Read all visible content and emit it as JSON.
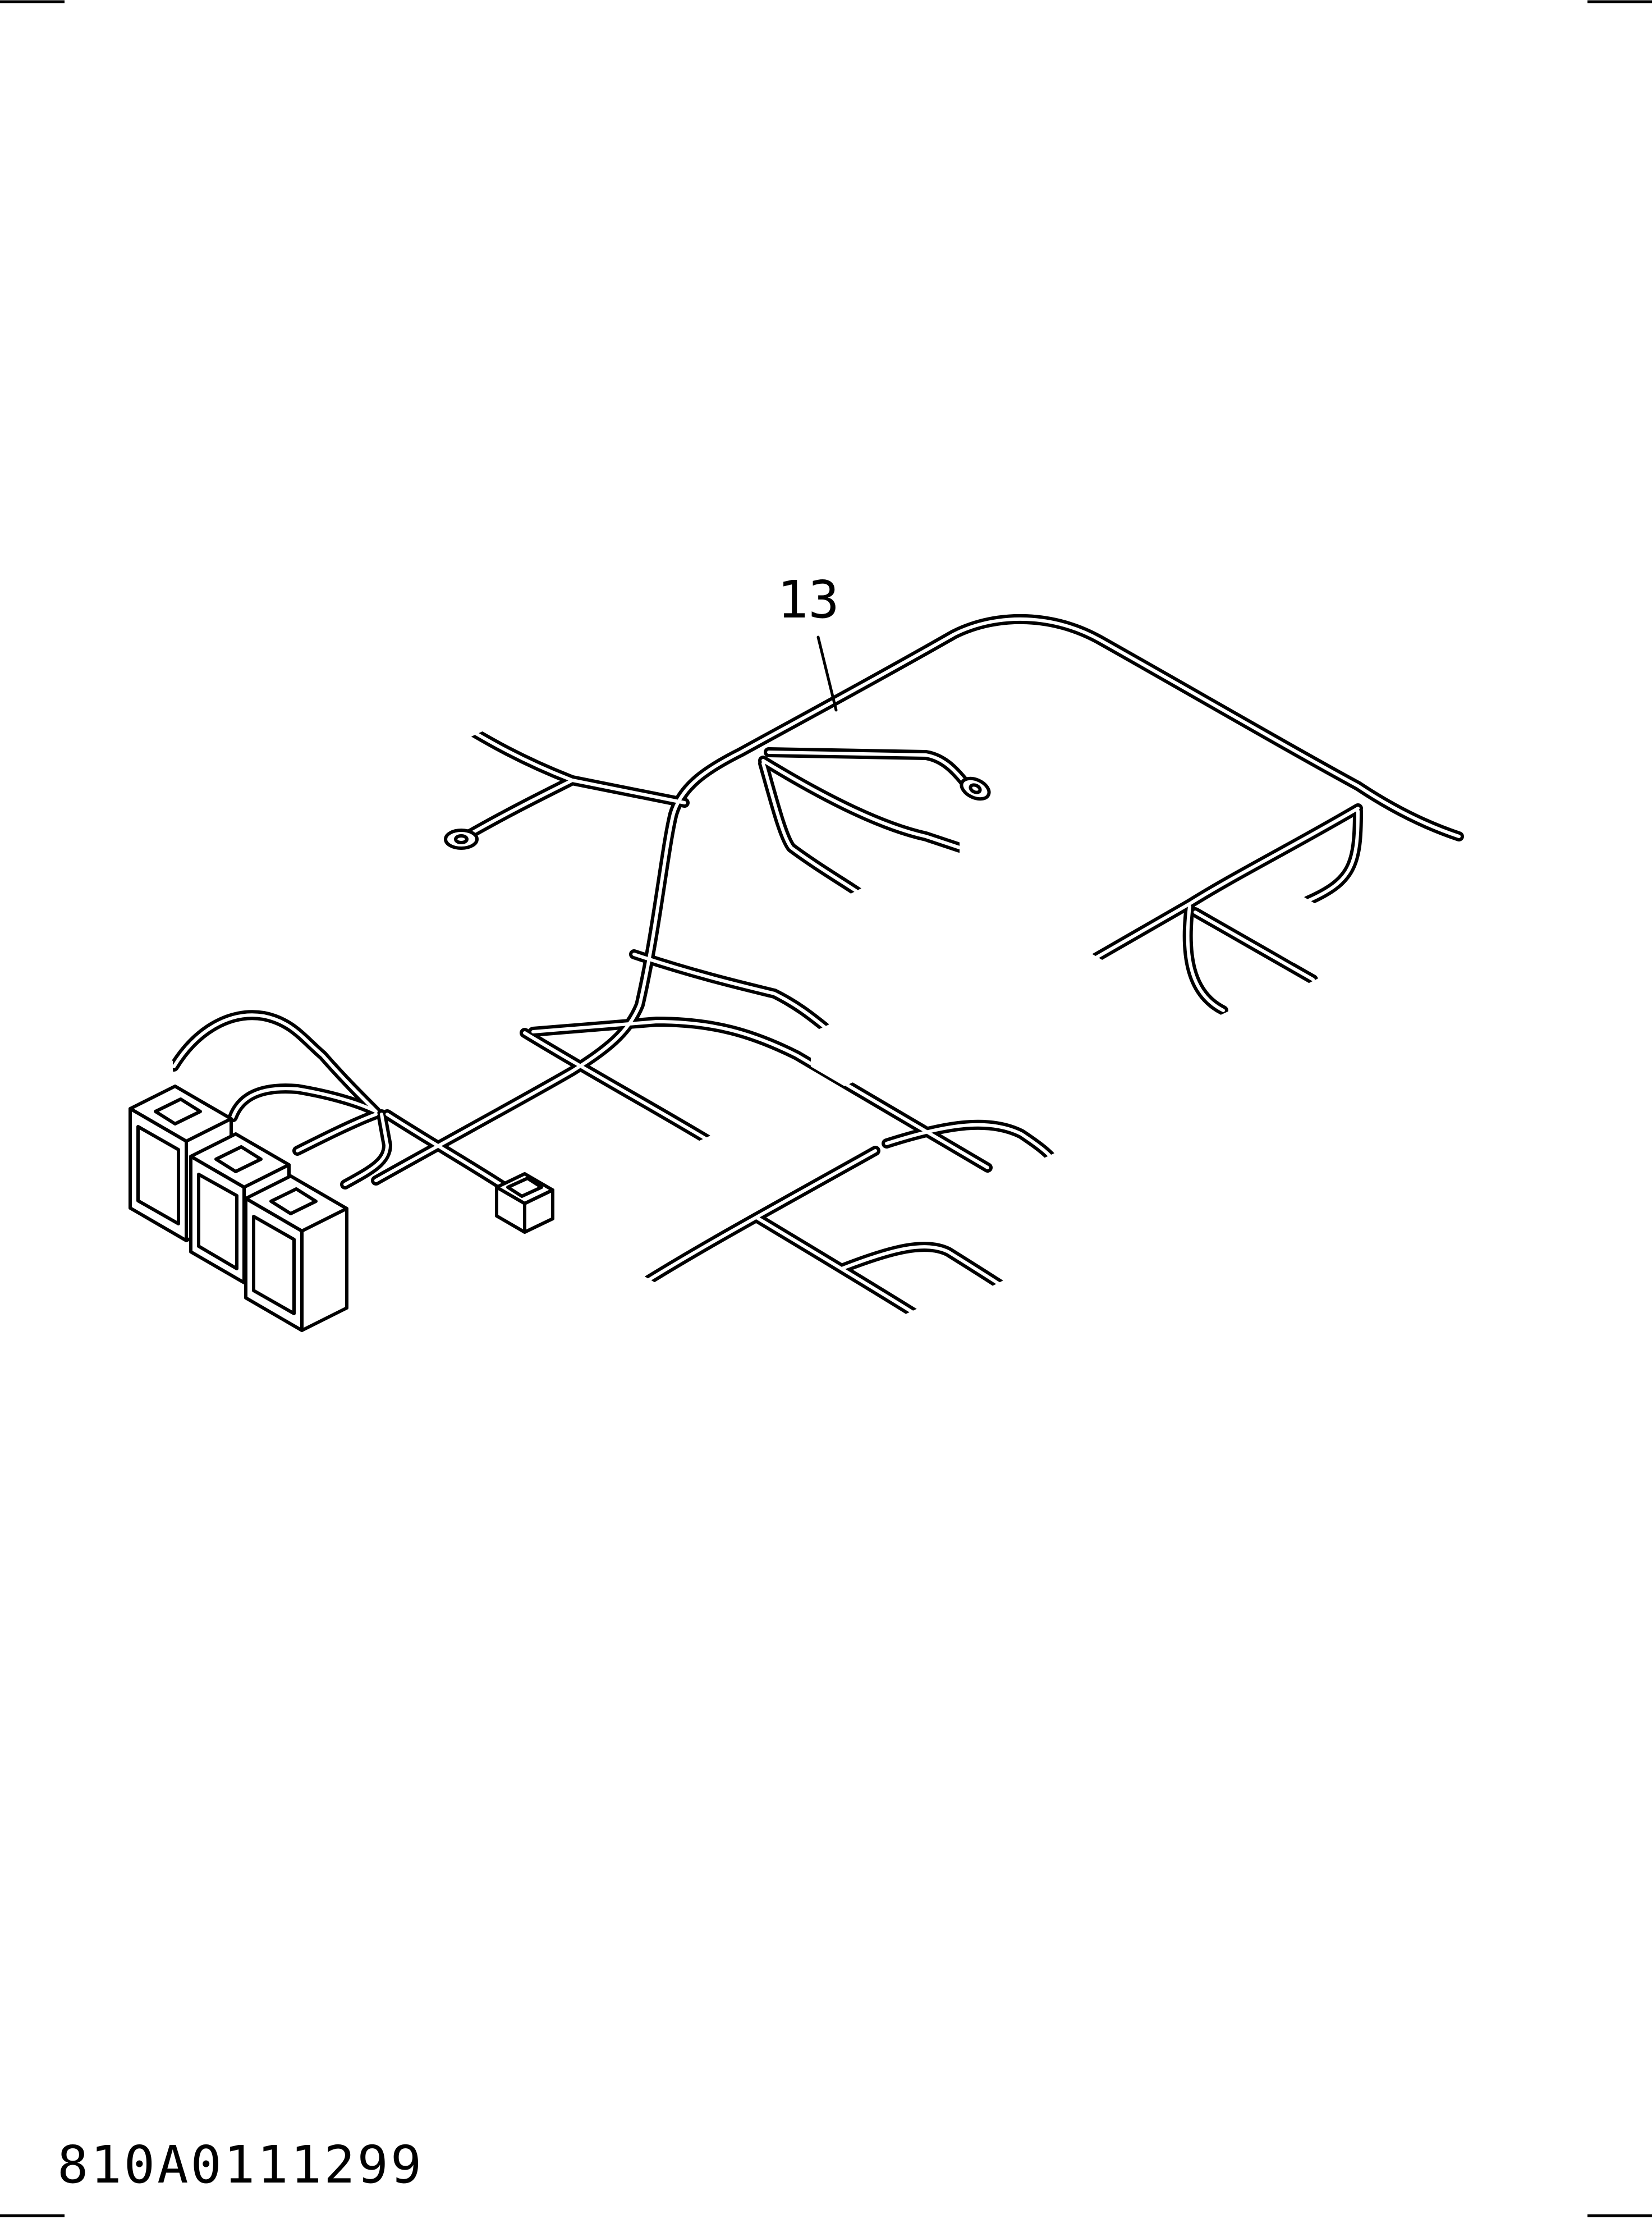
{
  "callouts": [
    {
      "id": "harness",
      "label": "13"
    }
  ],
  "drawing_number": "810A0111299"
}
